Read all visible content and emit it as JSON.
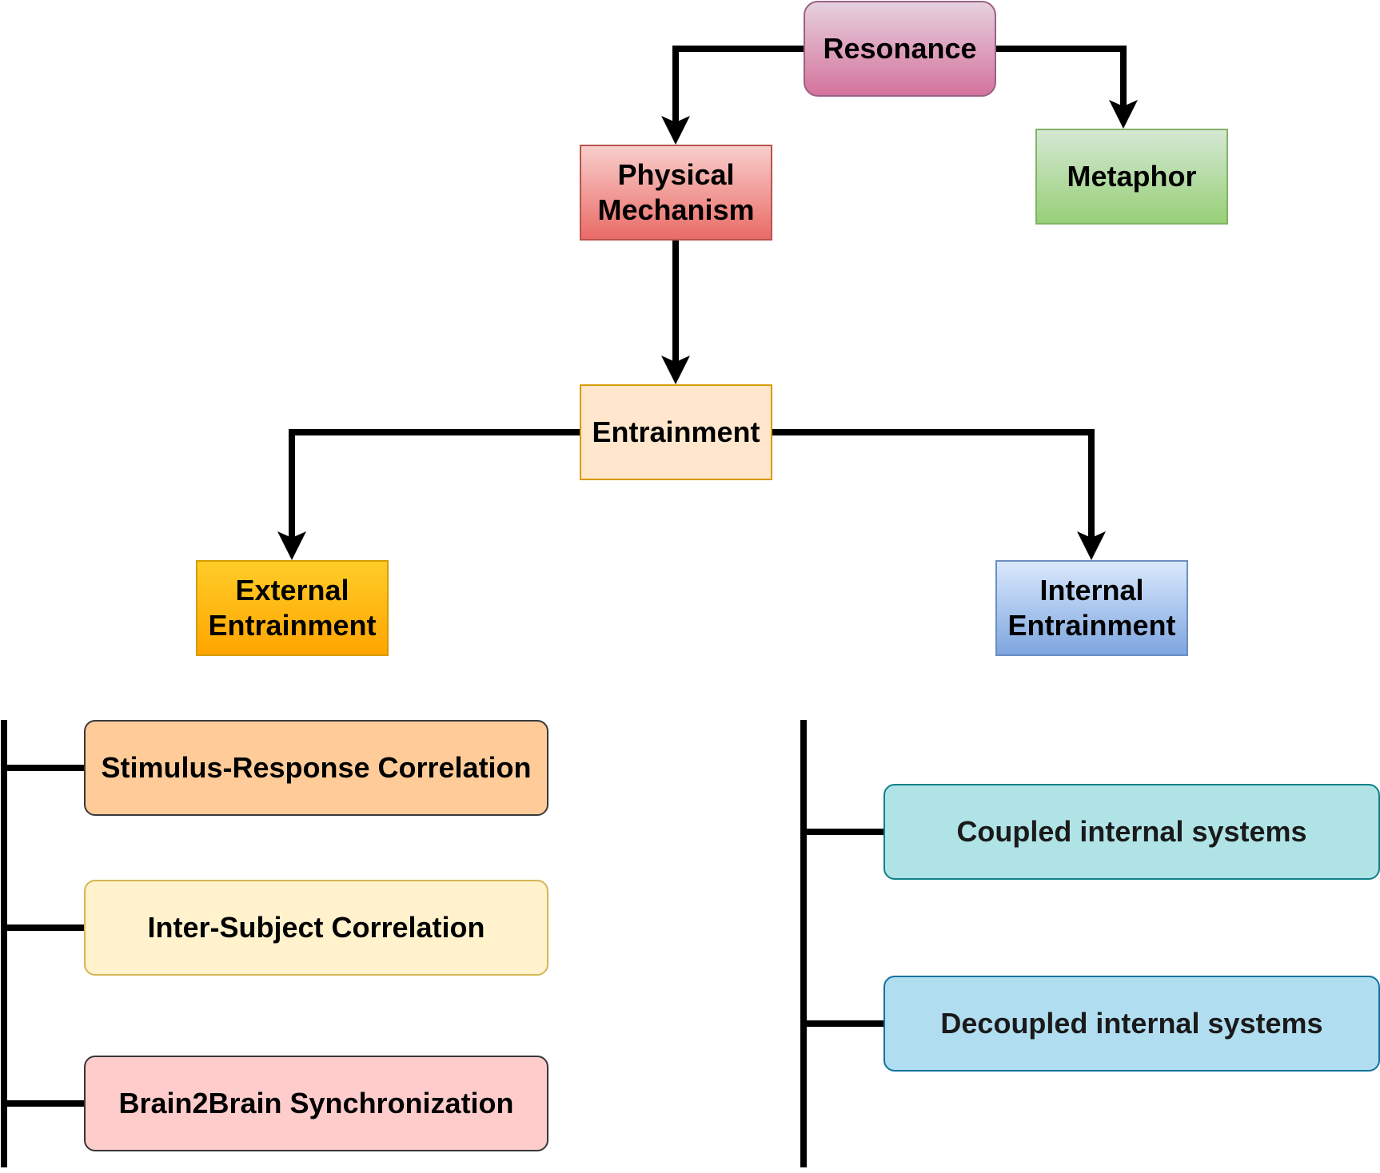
{
  "diagram": {
    "nodes": {
      "resonance": "Resonance",
      "physical_mechanism": "Physical\nMechanism",
      "metaphor": "Metaphor",
      "entrainment": "Entrainment",
      "external_entrainment": "External\nEntrainment",
      "internal_entrainment": "Internal\nEntrainment",
      "stimulus_response": "Stimulus-Response Correlation",
      "inter_subject": "Inter-Subject Correlation",
      "brain2brain": "Brain2Brain Synchronization",
      "coupled": "Coupled internal systems",
      "decoupled": "Decoupled internal systems"
    },
    "edges": [
      {
        "from": "resonance",
        "to": "physical_mechanism"
      },
      {
        "from": "resonance",
        "to": "metaphor"
      },
      {
        "from": "physical_mechanism",
        "to": "entrainment"
      },
      {
        "from": "entrainment",
        "to": "external_entrainment"
      },
      {
        "from": "entrainment",
        "to": "internal_entrainment"
      }
    ],
    "groups": [
      {
        "parent": "external_entrainment",
        "children": [
          "stimulus_response",
          "inter_subject",
          "brain2brain"
        ]
      },
      {
        "parent": "internal_entrainment",
        "children": [
          "coupled",
          "decoupled"
        ]
      }
    ]
  }
}
